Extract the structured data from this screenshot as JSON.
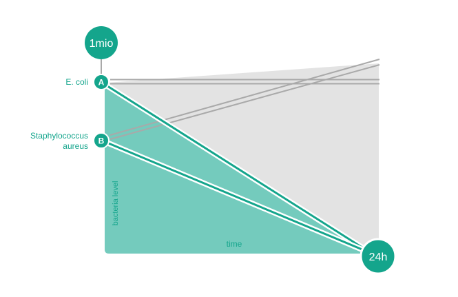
{
  "top_badge": "1mio",
  "end_badge": "24h",
  "marker_a": {
    "letter": "A",
    "label": "E. coli"
  },
  "marker_b": {
    "letter": "B",
    "label_line1": "Staphylococcus",
    "label_line2": "aureus"
  },
  "axis": {
    "y_label": "bacteria level",
    "x_label": "time"
  },
  "colors": {
    "accent": "#14a58c",
    "fill_teal": "#74cbbd",
    "fill_gray": "#e3e3e3",
    "line_gray": "#a9a9a9"
  }
}
